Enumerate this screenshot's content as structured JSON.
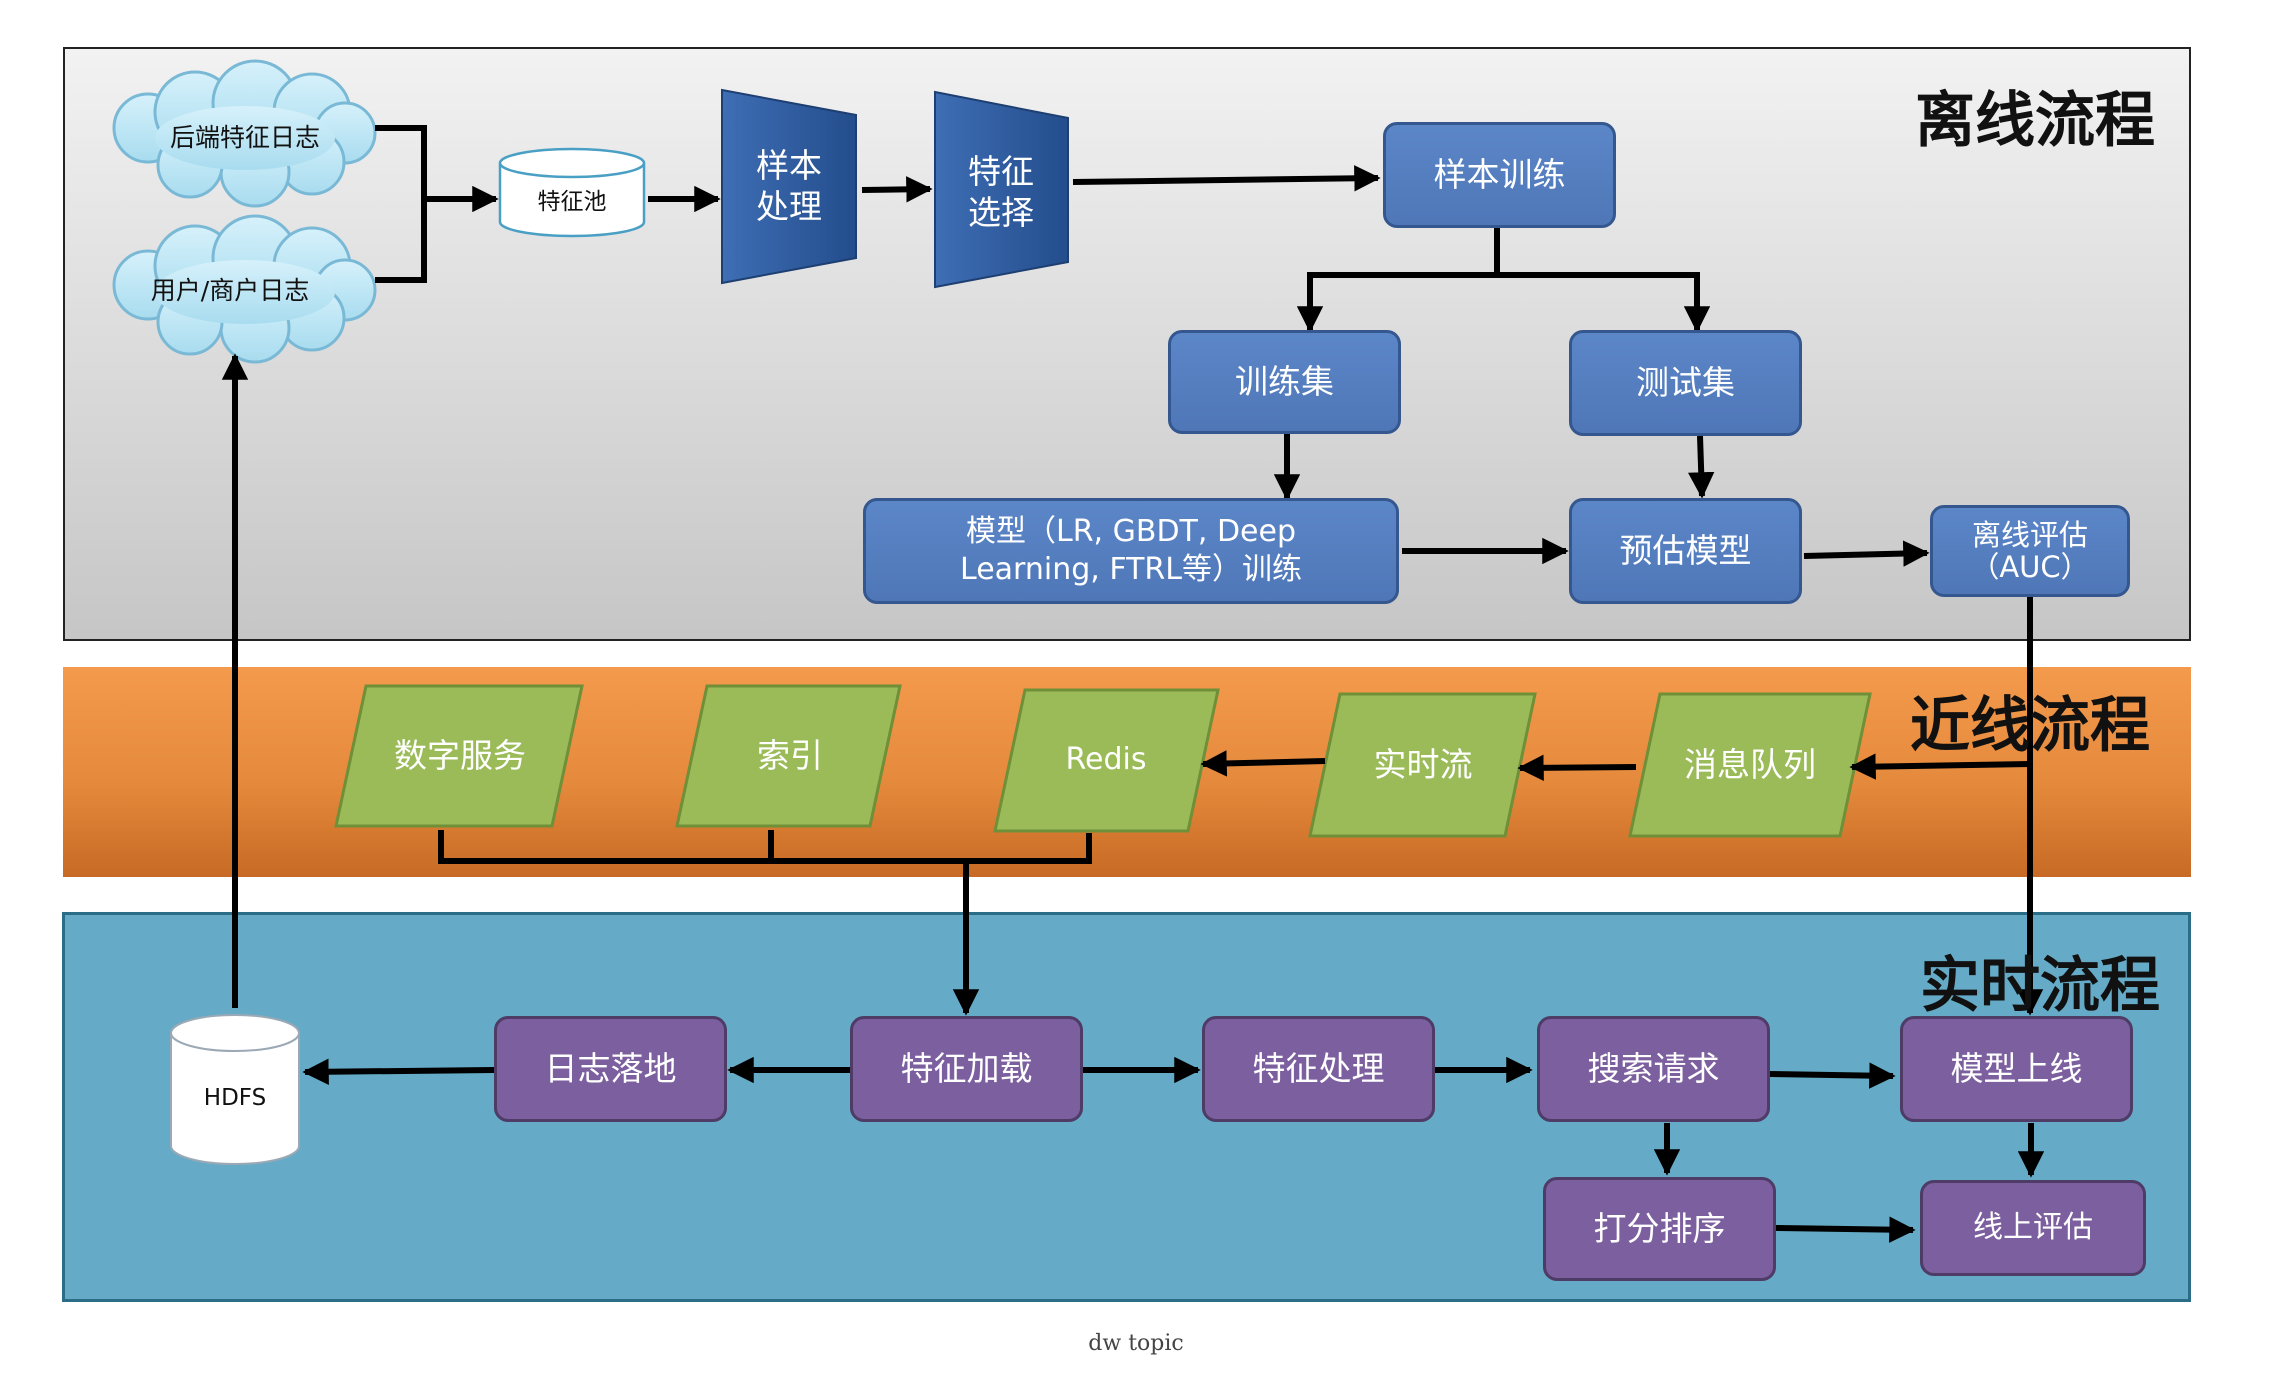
{
  "sections": {
    "offline": "离线流程",
    "nearline": "近线流程",
    "realtime": "实时流程"
  },
  "offline": {
    "backend_log": "后端特征日志",
    "user_log": "用户/商户日志",
    "feature_pool": "特征池",
    "sample_processing": "样本处理",
    "feature_selection": "特征选择",
    "sample_training": "样本训练",
    "train_set": "训练集",
    "test_set": "测试集",
    "model_training": "模型（LR, GBDT, Deep Learning, FTRL等）训练",
    "prediction_model": "预估模型",
    "offline_eval": "离线评估（AUC）"
  },
  "nearline": {
    "digital_service": "数字服务",
    "index": "索引",
    "redis": "Redis",
    "realtime_stream": "实时流",
    "message_queue": "消息队列"
  },
  "realtime": {
    "hdfs": "HDFS",
    "log_landing": "日志落地",
    "feature_loading": "特征加载",
    "feature_processing": "特征处理",
    "search_request": "搜索请求",
    "model_online": "模型上线",
    "scoring_ranking": "打分排序",
    "online_eval": "线上评估"
  },
  "footer": "dw topic",
  "colors": {
    "blue_box": "#5580c2",
    "purple_box": "#7c5f9e",
    "green_para": "#9bbb59",
    "orange_band": "#f0913f",
    "teal_band": "#65aac6"
  }
}
